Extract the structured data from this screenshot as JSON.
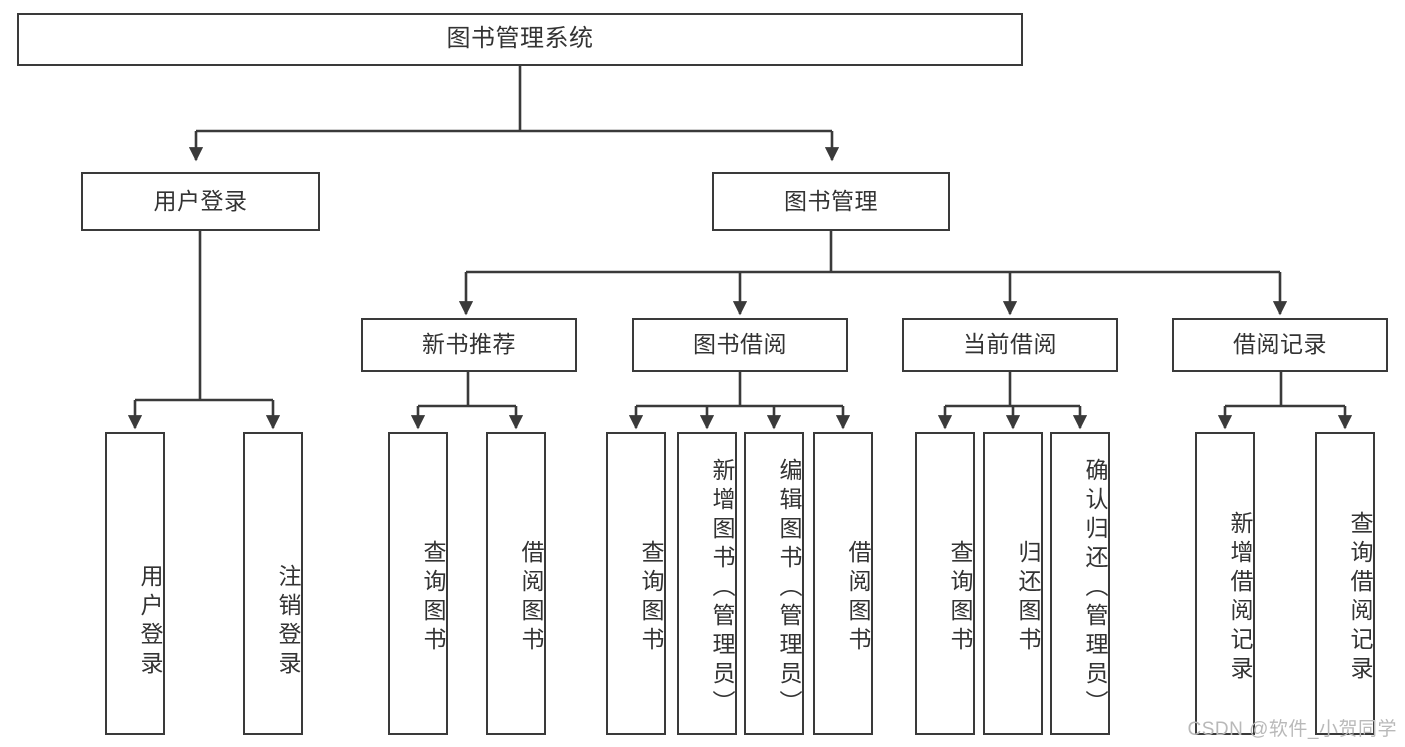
{
  "diagram": {
    "title": "图书管理系统",
    "watermark": "CSDN @软件_小贺同学",
    "line_color": "#3a3a3a",
    "text_color": "#333333",
    "background": "#ffffff"
  },
  "nodes": {
    "root": {
      "label": "图书管理系统"
    },
    "level2": [
      {
        "label": "用户登录"
      },
      {
        "label": "图书管理"
      }
    ],
    "level3": [
      {
        "label": "新书推荐"
      },
      {
        "label": "图书借阅"
      },
      {
        "label": "当前借阅"
      },
      {
        "label": "借阅记录"
      }
    ],
    "leaves": {
      "user_login": [
        {
          "label": "用户登录"
        },
        {
          "label": "注销登录"
        }
      ],
      "new_book_recommend": [
        {
          "label": "查询图书"
        },
        {
          "label": "借阅图书"
        }
      ],
      "book_borrow": [
        {
          "label": "查询图书"
        },
        {
          "label": "新增图书（管理员）"
        },
        {
          "label": "编辑图书（管理员）"
        },
        {
          "label": "借阅图书"
        }
      ],
      "current_borrow": [
        {
          "label": "查询图书"
        },
        {
          "label": "归还图书"
        },
        {
          "label": "确认归还（管理员）"
        }
      ],
      "borrow_record": [
        {
          "label": "新增借阅记录"
        },
        {
          "label": "查询借阅记录"
        }
      ]
    }
  }
}
